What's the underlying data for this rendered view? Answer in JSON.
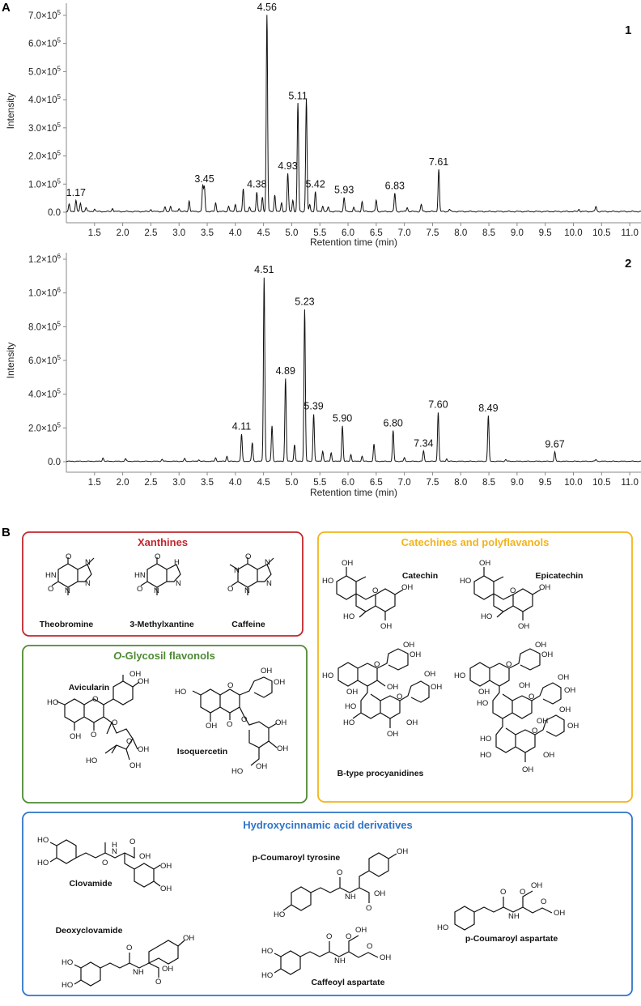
{
  "panel_a_label": "A",
  "panel_b_label": "B",
  "chart_data": [
    {
      "type": "line",
      "panel_number": "1",
      "xlabel": "Retention time (min)",
      "ylabel": "Intensity",
      "xlim": [
        1.0,
        11.2
      ],
      "ylim": [
        0,
        720000
      ],
      "x_ticks": [
        1.5,
        2.0,
        2.5,
        3.0,
        3.5,
        4.0,
        4.5,
        5.0,
        5.5,
        6.0,
        6.5,
        7.0,
        7.5,
        8.0,
        8.5,
        9.0,
        9.5,
        10.0,
        10.5,
        11.0
      ],
      "x_tick_labels": [
        "1.5",
        "2.0",
        "2.5",
        "3.0",
        "3.5",
        "4.0",
        "4.5",
        "5.0",
        "5.5",
        "6.0",
        "6.5",
        "7.0",
        "7.5",
        "8.0",
        "8.5",
        "9.0",
        "9.5",
        "10.0",
        "10.5",
        "11.0"
      ],
      "y_ticks": [
        0,
        100000,
        200000,
        300000,
        400000,
        500000,
        600000,
        700000
      ],
      "y_tick_mantissa": [
        "0.0",
        "1.0×10",
        "2.0×10",
        "3.0×10",
        "4.0×10",
        "5.0×10",
        "6.0×10",
        "7.0×10"
      ],
      "y_tick_exp": [
        "",
        "5",
        "5",
        "5",
        "5",
        "5",
        "5",
        "5"
      ],
      "peaks": [
        {
          "x": 1.05,
          "y": 25000
        },
        {
          "x": 1.17,
          "y": 40000
        },
        {
          "x": 1.25,
          "y": 28000
        },
        {
          "x": 1.35,
          "y": 15000
        },
        {
          "x": 1.5,
          "y": 10000
        },
        {
          "x": 1.82,
          "y": 12000
        },
        {
          "x": 2.5,
          "y": 8000
        },
        {
          "x": 2.75,
          "y": 15000
        },
        {
          "x": 2.85,
          "y": 20000
        },
        {
          "x": 3.0,
          "y": 12000
        },
        {
          "x": 3.18,
          "y": 38000
        },
        {
          "x": 3.42,
          "y": 90000
        },
        {
          "x": 3.45,
          "y": 85000
        },
        {
          "x": 3.65,
          "y": 30000
        },
        {
          "x": 3.88,
          "y": 20000
        },
        {
          "x": 4.0,
          "y": 25000
        },
        {
          "x": 4.14,
          "y": 80000
        },
        {
          "x": 4.25,
          "y": 15000
        },
        {
          "x": 4.38,
          "y": 70000
        },
        {
          "x": 4.48,
          "y": 50000
        },
        {
          "x": 4.56,
          "y": 700000
        },
        {
          "x": 4.7,
          "y": 60000
        },
        {
          "x": 4.82,
          "y": 30000
        },
        {
          "x": 4.93,
          "y": 135000
        },
        {
          "x": 5.02,
          "y": 40000
        },
        {
          "x": 5.11,
          "y": 385000
        },
        {
          "x": 5.26,
          "y": 400000
        },
        {
          "x": 5.32,
          "y": 25000
        },
        {
          "x": 5.42,
          "y": 70000
        },
        {
          "x": 5.55,
          "y": 20000
        },
        {
          "x": 5.65,
          "y": 15000
        },
        {
          "x": 5.93,
          "y": 50000
        },
        {
          "x": 6.1,
          "y": 15000
        },
        {
          "x": 6.25,
          "y": 35000
        },
        {
          "x": 6.5,
          "y": 40000
        },
        {
          "x": 6.83,
          "y": 65000
        },
        {
          "x": 7.05,
          "y": 15000
        },
        {
          "x": 7.3,
          "y": 25000
        },
        {
          "x": 7.61,
          "y": 150000
        },
        {
          "x": 7.8,
          "y": 8000
        },
        {
          "x": 10.1,
          "y": 8000
        },
        {
          "x": 10.4,
          "y": 18000
        }
      ],
      "peak_labels": [
        {
          "text": "1.17",
          "x": 1.17,
          "y": 40000
        },
        {
          "text": "3.45",
          "x": 3.45,
          "y": 90000
        },
        {
          "text": "4.38",
          "x": 4.38,
          "y": 70000
        },
        {
          "text": "4.56",
          "x": 4.56,
          "y": 700000
        },
        {
          "text": "4.93",
          "x": 4.93,
          "y": 135000
        },
        {
          "text": "5.11",
          "x": 5.11,
          "y": 385000
        },
        {
          "text": "5.42",
          "x": 5.42,
          "y": 70000
        },
        {
          "text": "5.93",
          "x": 5.93,
          "y": 50000
        },
        {
          "text": "6.83",
          "x": 6.83,
          "y": 65000
        },
        {
          "text": "7.61",
          "x": 7.61,
          "y": 150000
        }
      ]
    },
    {
      "type": "line",
      "panel_number": "2",
      "xlabel": "Retention time (min)",
      "ylabel": "Intensity",
      "xlim": [
        1.0,
        11.2
      ],
      "ylim": [
        0,
        1200000
      ],
      "x_ticks": [
        1.5,
        2.0,
        2.5,
        3.0,
        3.5,
        4.0,
        4.5,
        5.0,
        5.5,
        6.0,
        6.5,
        7.0,
        7.5,
        8.0,
        8.5,
        9.0,
        9.5,
        10.0,
        10.5,
        11.0
      ],
      "x_tick_labels": [
        "1.5",
        "2.0",
        "2.5",
        "3.0",
        "3.5",
        "4.0",
        "4.5",
        "5.0",
        "5.5",
        "6.0",
        "6.5",
        "7.0",
        "7.5",
        "8.0",
        "8.5",
        "9.0",
        "9.5",
        "10.0",
        "10.5",
        "11.0"
      ],
      "y_ticks": [
        0,
        200000,
        400000,
        600000,
        800000,
        1000000,
        1200000
      ],
      "y_tick_mantissa": [
        "0.0",
        "2.0×10",
        "4.0×10",
        "6.0×10",
        "8.0×10",
        "1.0×10",
        "1.2×10"
      ],
      "y_tick_exp": [
        "",
        "5",
        "5",
        "5",
        "5",
        "6",
        "6"
      ],
      "peaks": [
        {
          "x": 1.65,
          "y": 20000
        },
        {
          "x": 2.05,
          "y": 15000
        },
        {
          "x": 2.7,
          "y": 12000
        },
        {
          "x": 3.1,
          "y": 15000
        },
        {
          "x": 3.35,
          "y": 10000
        },
        {
          "x": 3.65,
          "y": 20000
        },
        {
          "x": 3.85,
          "y": 30000
        },
        {
          "x": 4.11,
          "y": 160000
        },
        {
          "x": 4.3,
          "y": 110000
        },
        {
          "x": 4.51,
          "y": 1090000
        },
        {
          "x": 4.65,
          "y": 210000
        },
        {
          "x": 4.89,
          "y": 490000
        },
        {
          "x": 5.05,
          "y": 100000
        },
        {
          "x": 5.23,
          "y": 900000
        },
        {
          "x": 5.39,
          "y": 280000
        },
        {
          "x": 5.55,
          "y": 60000
        },
        {
          "x": 5.7,
          "y": 50000
        },
        {
          "x": 5.9,
          "y": 210000
        },
        {
          "x": 6.05,
          "y": 40000
        },
        {
          "x": 6.25,
          "y": 30000
        },
        {
          "x": 6.46,
          "y": 100000
        },
        {
          "x": 6.8,
          "y": 180000
        },
        {
          "x": 7.0,
          "y": 20000
        },
        {
          "x": 7.34,
          "y": 60000
        },
        {
          "x": 7.6,
          "y": 290000
        },
        {
          "x": 7.75,
          "y": 15000
        },
        {
          "x": 8.49,
          "y": 270000
        },
        {
          "x": 8.8,
          "y": 10000
        },
        {
          "x": 9.67,
          "y": 55000
        },
        {
          "x": 10.4,
          "y": 10000
        }
      ],
      "peak_labels": [
        {
          "text": "4.11",
          "x": 4.11,
          "y": 160000
        },
        {
          "text": "4.51",
          "x": 4.51,
          "y": 1090000
        },
        {
          "text": "4.89",
          "x": 4.89,
          "y": 490000
        },
        {
          "text": "5.23",
          "x": 5.23,
          "y": 900000
        },
        {
          "text": "5.39",
          "x": 5.39,
          "y": 280000
        },
        {
          "text": "5.90",
          "x": 5.9,
          "y": 210000
        },
        {
          "text": "6.80",
          "x": 6.8,
          "y": 180000
        },
        {
          "text": "7.34",
          "x": 7.34,
          "y": 60000
        },
        {
          "text": "7.60",
          "x": 7.6,
          "y": 290000
        },
        {
          "text": "8.49",
          "x": 8.49,
          "y": 270000
        },
        {
          "text": "9.67",
          "x": 9.67,
          "y": 55000
        }
      ]
    }
  ],
  "compound_groups": {
    "xanthines": {
      "title": "Xanthines",
      "color": "#c0272d",
      "compounds": [
        "Theobromine",
        "3-Methylxantine",
        "Caffeine"
      ]
    },
    "catechines": {
      "title": "Catechines and polyflavanols",
      "color": "#f2b41b",
      "compounds": [
        "Catechin",
        "Epicatechin",
        "B-type procyanidines"
      ]
    },
    "glycosil": {
      "title_italic": "O",
      "title_rest": "-Glycosil flavonols",
      "color": "#4e8a34",
      "compounds": [
        "Avicularin",
        "Isoquercetin"
      ]
    },
    "hydroxycinnamic": {
      "title": "Hydroxycinnamic acid derivatives",
      "color": "#2f74c9",
      "compounds": [
        "Clovamide",
        "p-Coumaroyl tyrosine",
        "p-Coumaroyl aspartate",
        "Deoxyclovamide",
        "Caffeoyl aspartate"
      ]
    }
  },
  "atom_labels": {
    "OH": "OH",
    "HO": "HO",
    "O": "O",
    "N": "N",
    "H": "H",
    "NH": "NH",
    "HN": "HN",
    "HOs": "HO",
    "OHa": "OH",
    "HOa": "HO"
  }
}
